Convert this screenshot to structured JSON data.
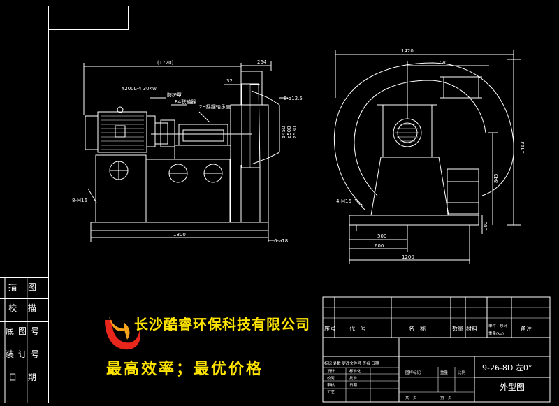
{
  "left_view": {
    "overall_length": "(1720)",
    "length_264": "264",
    "dim_32": "32",
    "motor_model": "Y200L-4 30Kw",
    "guard_label": "防护罩",
    "coupling_label": "B4联轴器",
    "bearing_label": "2H摇摆轴承座",
    "bolt_holes_top": "8-ø12.5",
    "dia_450": "ø450",
    "dia_500": "ø500",
    "dia_530": "ø530",
    "anchor_left": "8-M16",
    "base_length": "1800",
    "anchor_holes": "6-ø18"
  },
  "right_view": {
    "width_1420": "1420",
    "dim_720": "720",
    "height_1463": "1463",
    "height_845": "845",
    "height_100": "100",
    "anchor": "4-M16",
    "dim_500": "500",
    "dim_600": "600",
    "dim_1200": "1200"
  },
  "side_strip": [
    "描 图",
    "校 描",
    "底图号",
    "装订号",
    "日 期"
  ],
  "title_block": {
    "col_no": "序号",
    "col_code": "代　号",
    "col_name": "名　称",
    "col_qty": "数量",
    "col_material": "材料",
    "col_weight_single": "单件",
    "col_weight_total": "总计",
    "col_weight_unit": "重量(kg)",
    "col_remarks": "备注",
    "rev_row": "标记 处数 更改文件号 签名 日期",
    "design": "设计",
    "check": "校对",
    "review": "审核",
    "process": "工艺",
    "standardize": "标准化",
    "approve": "批准",
    "date": "日期",
    "stage_mark": "图样标记",
    "weight": "重量",
    "scale": "比例",
    "sheets": "共　页",
    "sheet_no": "第　页",
    "model": "9-26-8D 左0°",
    "drawing_name": "外型图"
  },
  "company": {
    "name": "长沙酷睿环保科技有限公司",
    "slogan": "最高效率；最优价格"
  },
  "colors": {
    "background": "#000000",
    "line": "#ffffff",
    "slogan": "#ffe400",
    "logo_red": "#e8261c",
    "logo_orange": "#f6a21a"
  }
}
